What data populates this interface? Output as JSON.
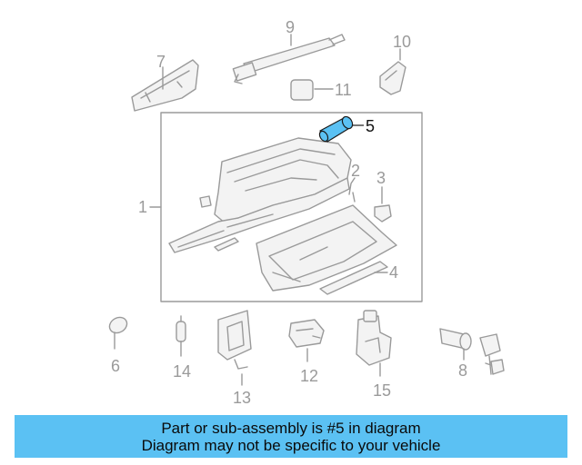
{
  "labels": {
    "p1": "1",
    "p2": "2",
    "p3": "3",
    "p4": "4",
    "p5": "5",
    "p6": "6",
    "p7": "7",
    "p8": "8",
    "p9": "9",
    "p10": "10",
    "p11": "11",
    "p12": "12",
    "p13": "13",
    "p14": "14",
    "p15": "15"
  },
  "banner": {
    "line1": "Part or sub-assembly is #5 in diagram",
    "line2": "Diagram may not be specific to your vehicle"
  },
  "colors": {
    "highlight_part": "#5bc1f3",
    "banner_background": "#5bc1f3",
    "line_art": "#9a9a9a"
  }
}
